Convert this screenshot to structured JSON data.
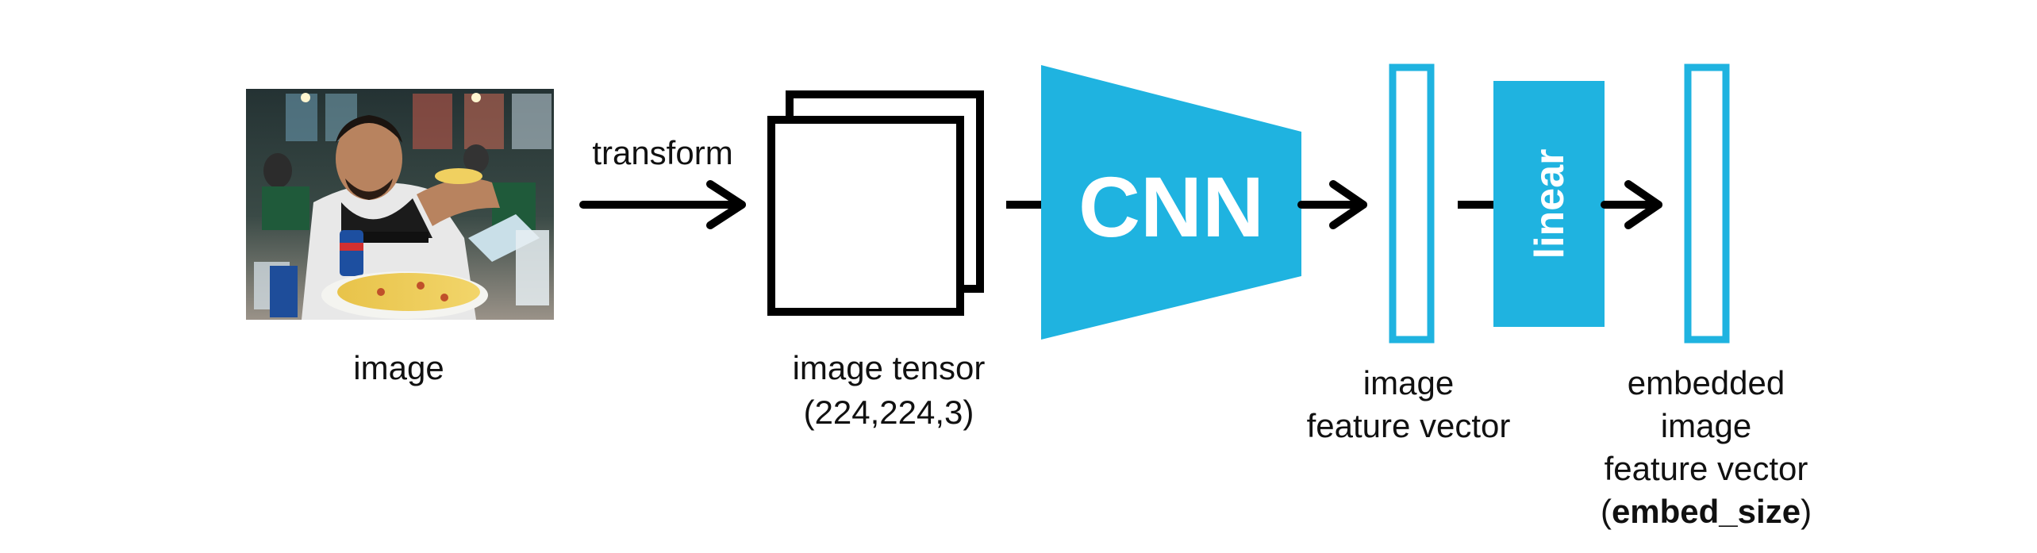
{
  "labels": {
    "image": "image",
    "transform": "transform",
    "tensor_line1": "image tensor",
    "tensor_line2": "(224,224,3)",
    "cnn": "CNN",
    "linear": "linear",
    "feature_line1": "image",
    "feature_line2": "feature vector",
    "embedded_line1": "embedded",
    "embedded_line2": "image",
    "embedded_line3": "feature vector",
    "embedded_open_paren": "(",
    "embedded_param": "embed_size",
    "embedded_close_paren": ")"
  },
  "colors": {
    "accent": "#1fb3e0",
    "arrow": "#000000",
    "text": "#111111"
  },
  "icons": {
    "photo": "photo-of-man-eating-pizza"
  }
}
